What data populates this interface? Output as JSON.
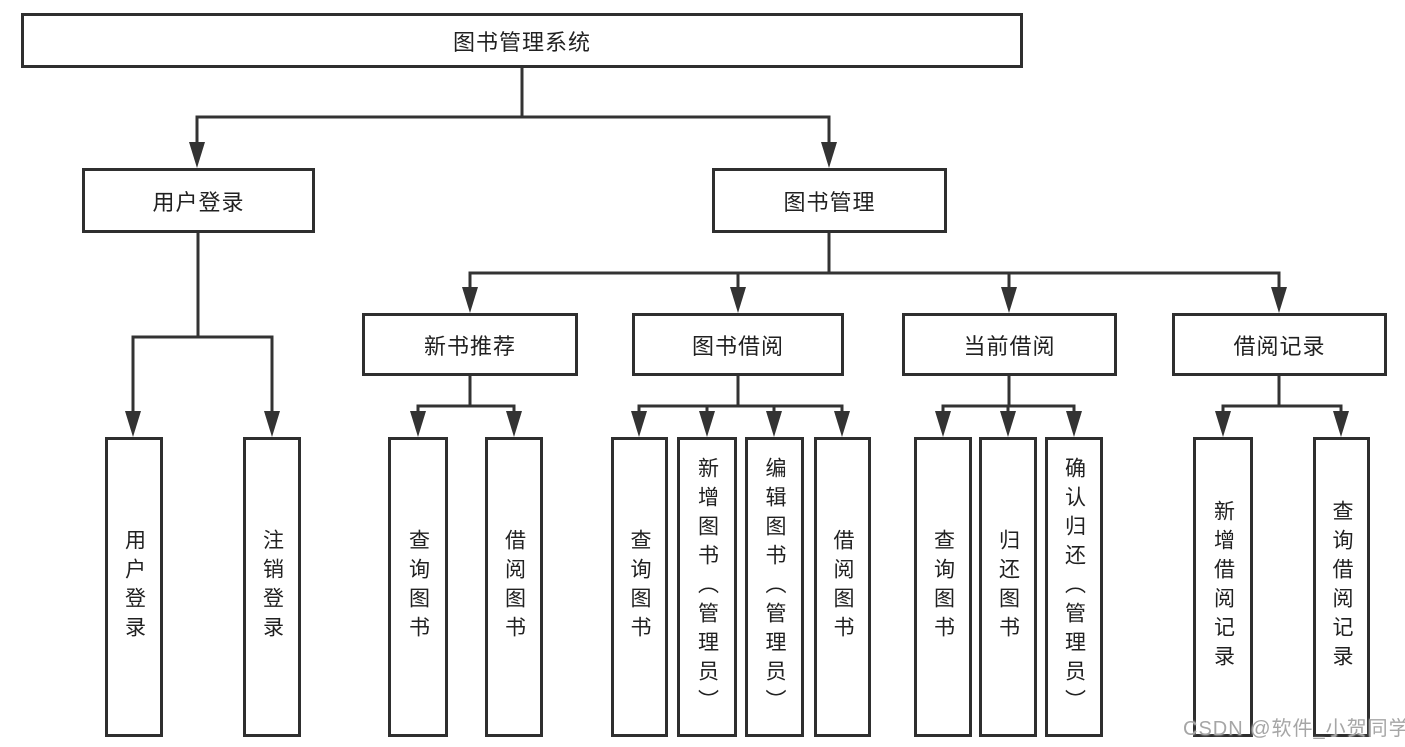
{
  "diagram": {
    "type": "hierarchy-tree",
    "title": "图书管理系统",
    "root": {
      "label": "图书管理系统",
      "children": [
        {
          "label": "用户登录",
          "children": [
            {
              "label": "用户登录"
            },
            {
              "label": "注销登录"
            }
          ]
        },
        {
          "label": "图书管理",
          "children": [
            {
              "label": "新书推荐",
              "children": [
                {
                  "label": "查询图书"
                },
                {
                  "label": "借阅图书"
                }
              ]
            },
            {
              "label": "图书借阅",
              "children": [
                {
                  "label": "查询图书"
                },
                {
                  "label": "新增图书（管理员）"
                },
                {
                  "label": "编辑图书（管理员）"
                },
                {
                  "label": "借阅图书"
                }
              ]
            },
            {
              "label": "当前借阅",
              "children": [
                {
                  "label": "查询图书"
                },
                {
                  "label": "归还图书"
                },
                {
                  "label": "确认归还（管理员）"
                }
              ]
            },
            {
              "label": "借阅记录",
              "children": [
                {
                  "label": "新增借阅记录"
                },
                {
                  "label": "查询借阅记录"
                }
              ]
            }
          ]
        }
      ]
    }
  },
  "watermark": {
    "text": "CSDN @软件_小贺同学"
  },
  "colors": {
    "line": "#333333",
    "box_border": "#2f2f2f",
    "text": "#212121",
    "background": "#ffffff",
    "watermark": "#a6a6a6"
  }
}
